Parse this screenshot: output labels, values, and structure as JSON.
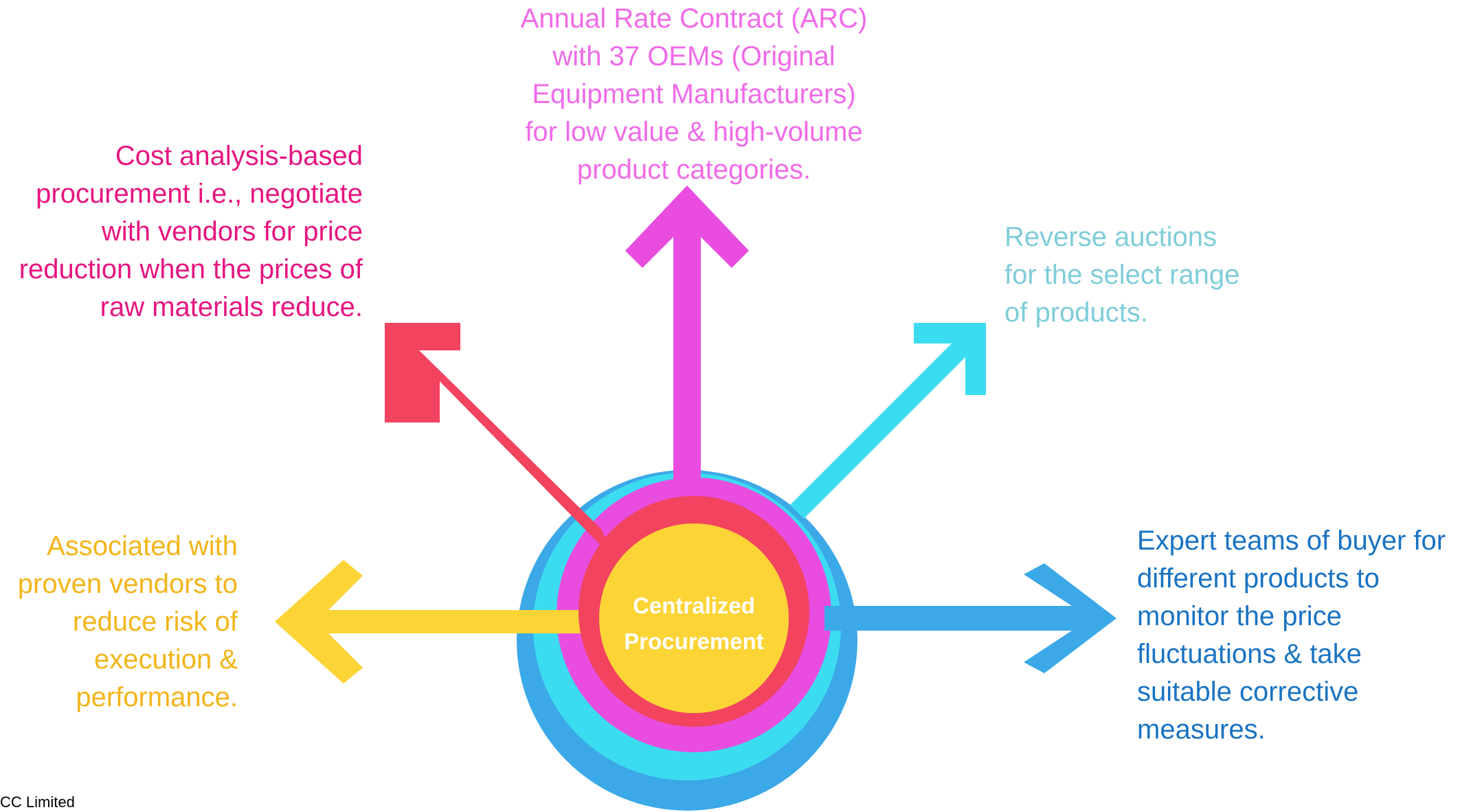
{
  "center": {
    "lines": [
      "Centralized",
      "Procurement"
    ]
  },
  "branches": {
    "top": {
      "color": "#f06be8",
      "lines": [
        "Annual Rate Contract (ARC)",
        "with 37 OEMs (Original",
        "Equipment Manufacturers)",
        "for low value & high-volume",
        "product categories."
      ]
    },
    "top_left": {
      "color": "#e6157f",
      "lines": [
        "Cost analysis-based",
        "procurement i.e., negotiate",
        "with vendors for price",
        "reduction when the prices of",
        "raw materials reduce."
      ]
    },
    "top_right": {
      "color": "#7fcdd8",
      "lines": [
        "Reverse auctions",
        "for the select range",
        "of products."
      ]
    },
    "left": {
      "color": "#f2b51a",
      "lines": [
        "Associated with",
        "proven vendors to",
        "reduce risk of",
        "execution &",
        "performance."
      ]
    },
    "right": {
      "color": "#1a73c2",
      "lines": [
        "Expert teams of buyer for",
        "different products to",
        "monitor the price",
        "fluctuations & take",
        "suitable corrective",
        "measures."
      ]
    }
  },
  "footer": "CC Limited",
  "colors": {
    "ring_outer": "#3ba8e8",
    "ring_cyan": "#3cdcf0",
    "ring_magenta": "#e84de0",
    "ring_red": "#f2435f",
    "core": "#fcd436",
    "core_text": "#ffffff"
  }
}
